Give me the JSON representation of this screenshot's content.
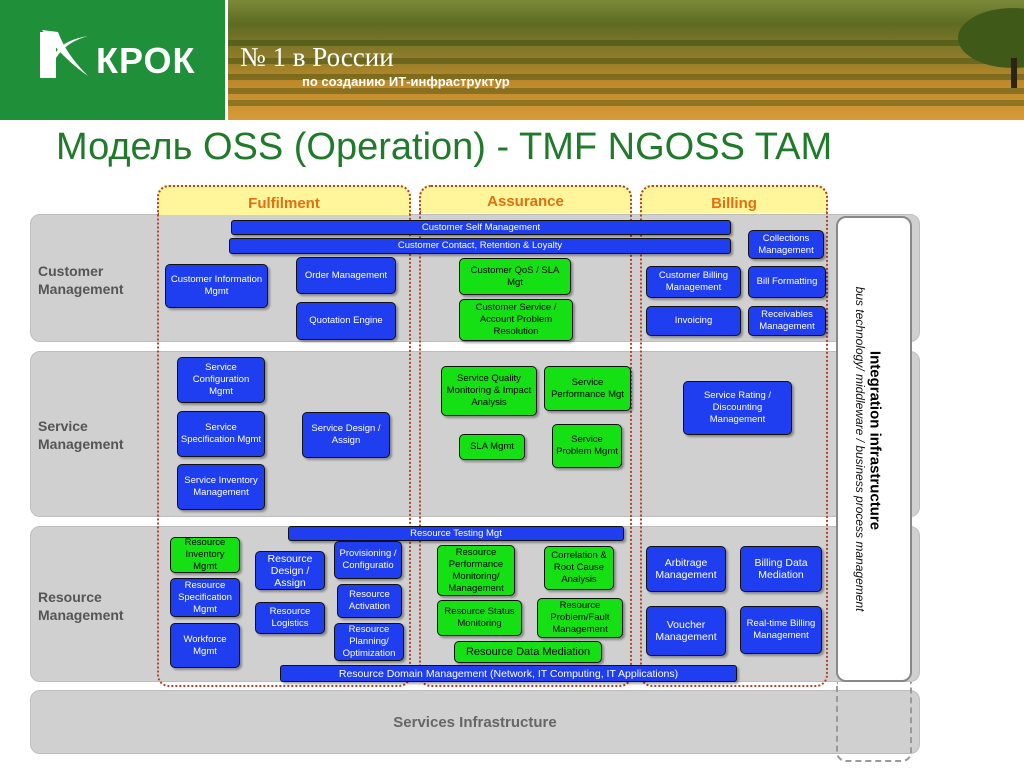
{
  "header": {
    "logo": "КРОК",
    "banner_title": "№ 1 в России",
    "banner_subtitle": "по созданию ИТ-инфраструктур"
  },
  "title": "Модель OSS (Operation) - TMF NGOSS TAM",
  "columns": {
    "fulfilment": "Fulfilment",
    "assurance": "Assurance",
    "billing": "Billing"
  },
  "rows": {
    "customer": "Customer Management",
    "service": "Service Management",
    "resource": "Resource Management",
    "infrastructure": "Services Infrastructure"
  },
  "integration": {
    "title": "Integration infrastructure",
    "subtitle": "bus technology/ middleware / business process management"
  },
  "customer_boxes": {
    "self_mgmt": "Customer Self Management",
    "contact": "Customer Contact, Retention & Loyalty",
    "cust_info": "Customer Information Mgmt",
    "order": "Order Management",
    "quotation": "Quotation Engine",
    "qos_sla": "Customer QoS / SLA Mgt",
    "cust_service": "Customer Service / Account Problem Resolution",
    "collections": "Collections Management",
    "cust_billing": "Customer Billing Management",
    "bill_formatting": "Bill Formatting",
    "invoicing": "Invoicing",
    "receivables": "Receivables Management"
  },
  "service_boxes": {
    "config": "Service Configuration Mgmt",
    "spec": "Service Specification Mgmt",
    "inventory": "Service Inventory Management",
    "design": "Service Design / Assign",
    "quality": "Service Quality Monitoring & Impact Analysis",
    "performance": "Service Performance Mgt",
    "sla": "SLA Mgmt",
    "problem": "Service Problem Mgmt",
    "rating": "Service Rating / Discounting Management"
  },
  "resource_boxes": {
    "testing": "Resource Testing Mgt",
    "inventory": "Resource Inventory Mgmt",
    "spec": "Resource Specification Mgmt",
    "workforce": "Workforce Mgmt",
    "design": "Resource Design / Assign",
    "logistics": "Resource Logistics",
    "provisioning": "Provisioning / Configuratio",
    "activation": "Resource Activation",
    "planning": "Resource Planning/ Optimization",
    "perf": "Resource Performance Monitoring/ Management",
    "correlation": "Correlation & Root Cause Analysis",
    "status": "Resource Status Monitoring",
    "problem": "Resource Problem/Fault Management",
    "mediation": "Resource Data Mediation",
    "domain": "Resource Domain Management  (Network, IT Computing, IT Applications)",
    "arbitrage": "Arbitrage Management",
    "billing_mediation": "Billing Data Mediation",
    "voucher": "Voucher Management",
    "realtime": "Real-time Billing Management"
  },
  "colors": {
    "blue_box": "#1e3ef0",
    "green_box": "#14e014",
    "title_green": "#1f7a2a",
    "column_head": "#fff59a"
  }
}
